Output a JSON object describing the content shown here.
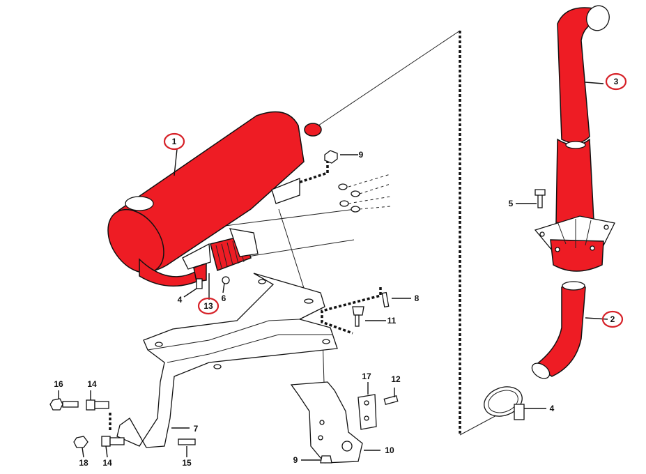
{
  "colors": {
    "part_red": "#ee1c24",
    "callout_ring": "#d62027",
    "line": "#111111"
  },
  "callouts": {
    "c1": "1",
    "c2": "2",
    "c3": "3",
    "c13": "13",
    "c4a": "4",
    "c4b": "4",
    "c5": "5",
    "c6": "6",
    "c7": "7",
    "c8": "8",
    "c9a": "9",
    "c9b": "9",
    "c10": "10",
    "c11": "11",
    "c12": "12",
    "c14a": "14",
    "c14b": "14",
    "c15": "15",
    "c16": "16",
    "c17": "17",
    "c18": "18"
  }
}
